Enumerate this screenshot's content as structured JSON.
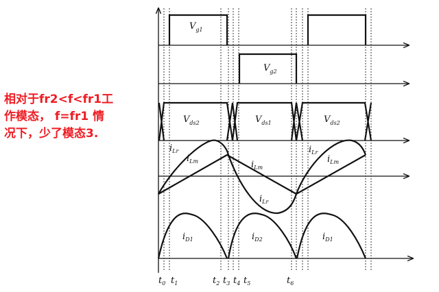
{
  "annotation": {
    "lines": [
      "相对于fr2<f<fr1工",
      "作模态， f=fr1 情",
      "况下，少了模态3."
    ],
    "color": "#ee1c24"
  },
  "signals": {
    "vg1": {
      "main": "V",
      "sub": "g1"
    },
    "vg2": {
      "main": "V",
      "sub": "g2"
    },
    "vds2_a": {
      "main": "V",
      "sub": "ds2"
    },
    "vds1": {
      "main": "V",
      "sub": "ds1"
    },
    "vds2_b": {
      "main": "V",
      "sub": "ds2"
    },
    "ilr_a": {
      "main": "i",
      "sub": "Lr"
    },
    "ilm_a": {
      "main": "i",
      "sub": "Lm"
    },
    "ilm_b": {
      "main": "i",
      "sub": "Lm"
    },
    "ilr_b": {
      "main": "i",
      "sub": "Lr"
    },
    "ilr_c": {
      "main": "i",
      "sub": "Lr"
    },
    "ilm_c": {
      "main": "i",
      "sub": "Lm"
    },
    "id1_a": {
      "main": "i",
      "sub": "D1"
    },
    "id2": {
      "main": "i",
      "sub": "D2"
    },
    "id1_b": {
      "main": "i",
      "sub": "D1"
    }
  },
  "time_labels": {
    "t0": {
      "main": "t",
      "sub": "0"
    },
    "t1": {
      "main": "t",
      "sub": "1"
    },
    "t2": {
      "main": "t",
      "sub": "2"
    },
    "t3": {
      "main": "t",
      "sub": "3"
    },
    "t4": {
      "main": "t",
      "sub": "4"
    },
    "t5": {
      "main": "t",
      "sub": "5"
    },
    "t6": {
      "main": "t",
      "sub": "6"
    }
  }
}
